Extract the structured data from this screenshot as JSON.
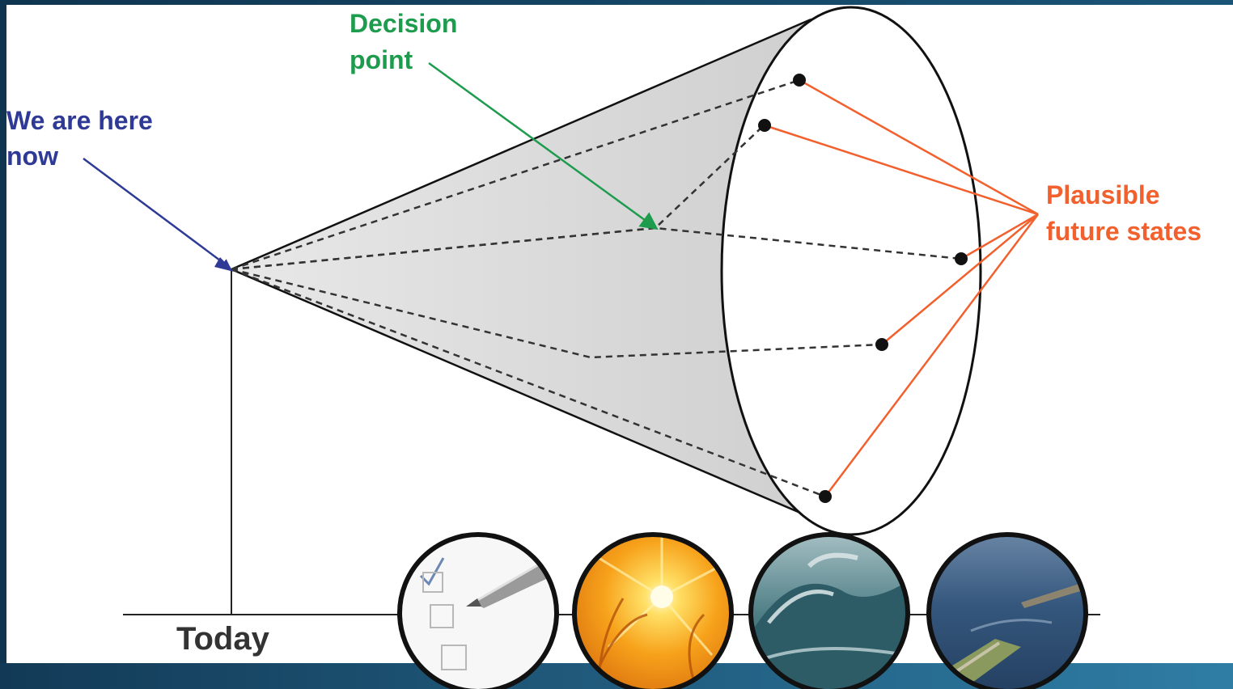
{
  "labels": {
    "now": [
      "We are here",
      "now"
    ],
    "decision": [
      "Decision",
      "point"
    ],
    "futures": [
      "Plausible",
      "future states"
    ],
    "today": "Today"
  },
  "colors": {
    "now_arrow": "#2e3a96",
    "decision_arrow": "#1e9c4e",
    "future_lines": "#f2602e",
    "cone_fill": "#d6d6d6",
    "outline": "#111111"
  },
  "images": [
    {
      "name": "checklist-pen-image",
      "icon": "checklist-icon"
    },
    {
      "name": "sun-heat-image",
      "icon": "sun-icon"
    },
    {
      "name": "storm-wave-image",
      "icon": "wave-icon"
    },
    {
      "name": "flood-levee-image",
      "icon": "levee-icon"
    }
  ]
}
